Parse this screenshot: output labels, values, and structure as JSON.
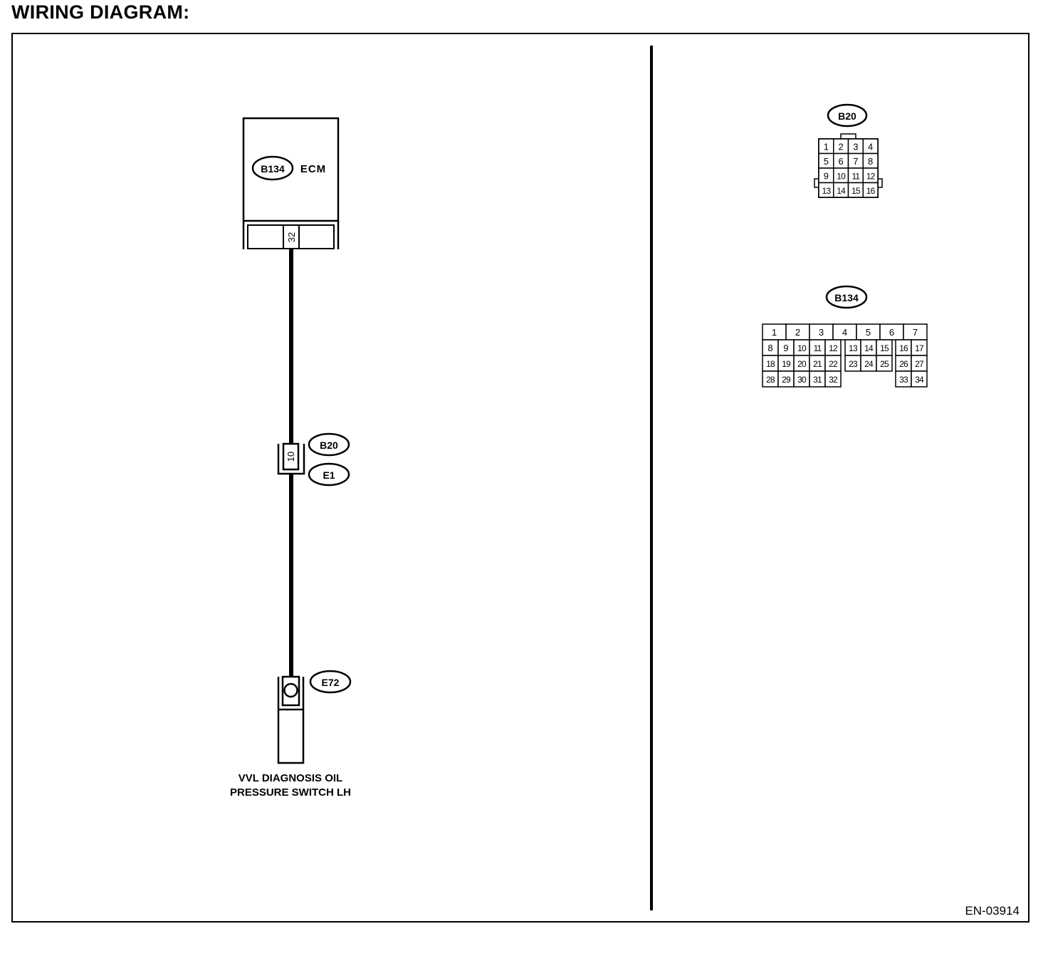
{
  "title": "WIRING DIAGRAM:",
  "figure_id": "EN-03914",
  "ecm": {
    "connector": "B134",
    "label": "ECM",
    "pin": "32"
  },
  "joint": {
    "connector_top": "B20",
    "connector_bottom": "E1",
    "pin": "10"
  },
  "sensor": {
    "connector": "E72",
    "name_line1": "VVL DIAGNOSIS OIL",
    "name_line2": "PRESSURE SWITCH LH"
  },
  "legend_b20": {
    "label": "B20",
    "rows": [
      [
        "1",
        "2",
        "3",
        "4"
      ],
      [
        "5",
        "6",
        "7",
        "8"
      ],
      [
        "9",
        "10",
        "11",
        "12"
      ],
      [
        "13",
        "14",
        "15",
        "16"
      ]
    ]
  },
  "legend_b134": {
    "label": "B134",
    "row1": [
      "1",
      "2",
      "3",
      "4",
      "5",
      "6",
      "7"
    ],
    "row2": [
      "8",
      "9",
      "10",
      "11",
      "12",
      "13",
      "14",
      "15",
      "16",
      "17"
    ],
    "row3": [
      "18",
      "19",
      "20",
      "21",
      "22",
      "23",
      "24",
      "25",
      "26",
      "27"
    ],
    "row4_left": [
      "28",
      "29",
      "30",
      "31",
      "32"
    ],
    "row4_right": [
      "33",
      "34"
    ]
  }
}
